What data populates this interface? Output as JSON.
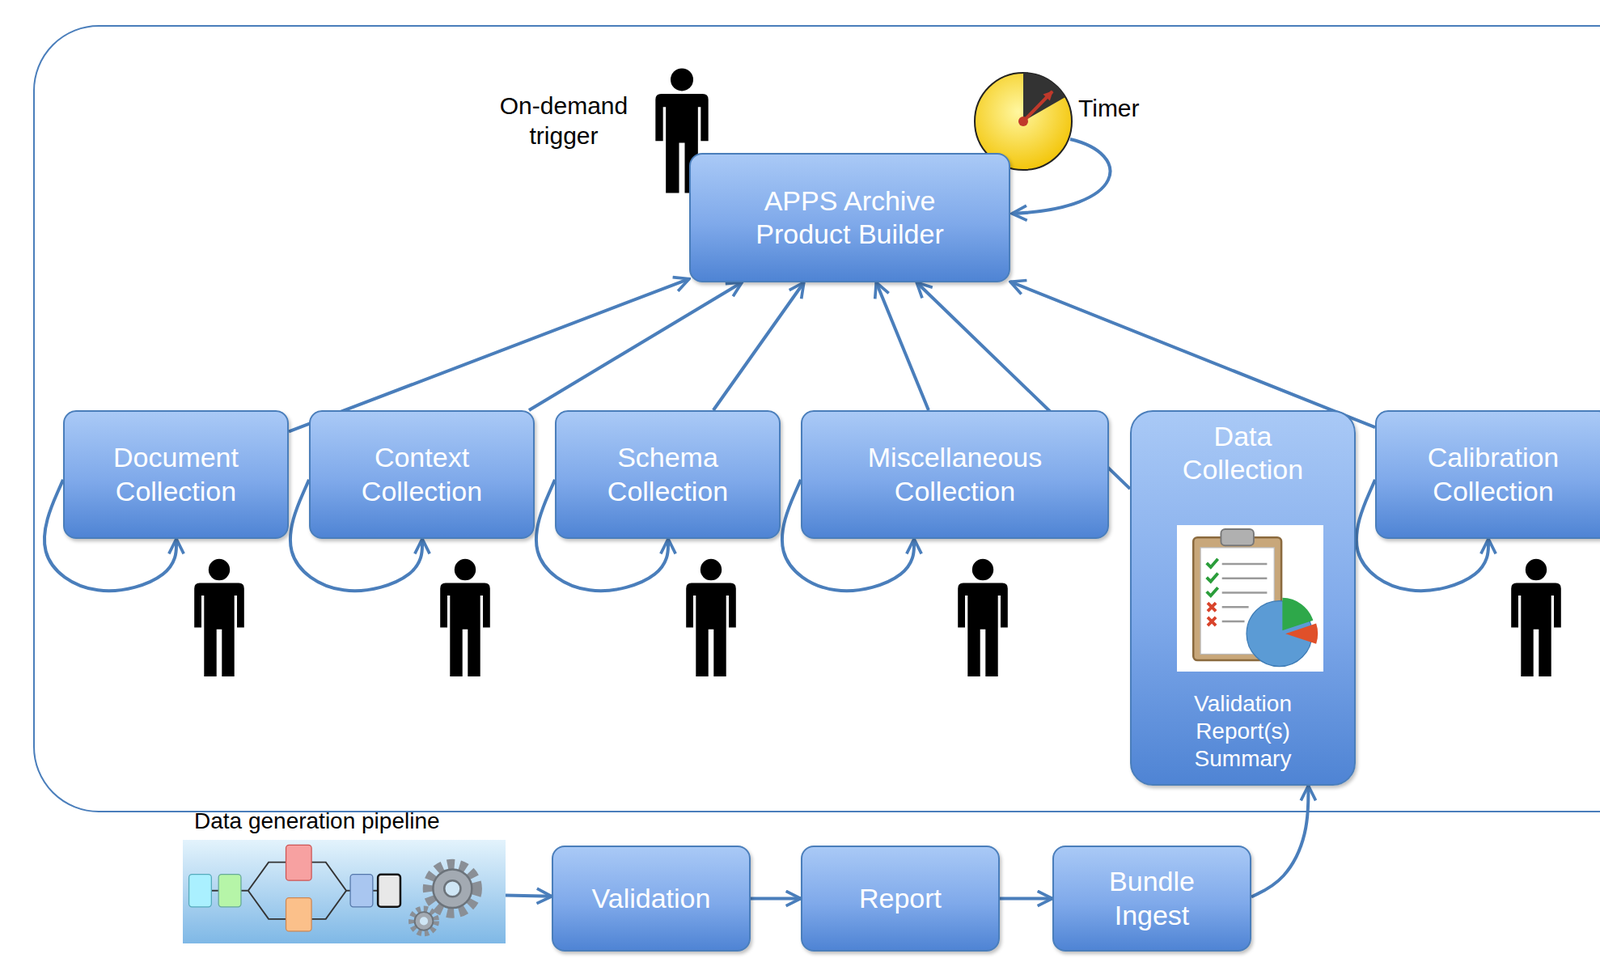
{
  "diagram": {
    "nodes": [
      {
        "text": [
          "APPS Archive Product Builder"
        ]
      },
      {
        "text": [
          "Document Collection"
        ]
      },
      {
        "text": [
          "Context Collection"
        ]
      },
      {
        "text": [
          "Schema Collection"
        ]
      },
      {
        "text": [
          "Miscellaneous Collection"
        ]
      },
      {
        "text": [
          "Data Collection",
          "Validation Report(s) Summary"
        ]
      },
      {
        "text": [
          "Calibration Collection"
        ]
      },
      {
        "text": [
          "Data generation pipeline"
        ]
      },
      {
        "text": [
          "Validation"
        ]
      },
      {
        "text": [
          "Report"
        ]
      },
      {
        "text": [
          "Bundle Ingest"
        ]
      }
    ],
    "edges": [
      {
        "from": 1,
        "to": 0,
        "arrow": "to"
      },
      {
        "from": 2,
        "to": 0,
        "arrow": "to"
      },
      {
        "from": 3,
        "to": 0,
        "arrow": "to"
      },
      {
        "from": 4,
        "to": 0,
        "arrow": "to"
      },
      {
        "from": 5,
        "to": 0,
        "arrow": "to"
      },
      {
        "from": 6,
        "to": 0,
        "arrow": "to"
      },
      {
        "from": 1,
        "to": 1,
        "arrow": "to"
      },
      {
        "from": 2,
        "to": 2,
        "arrow": "to"
      },
      {
        "from": 3,
        "to": 3,
        "arrow": "to"
      },
      {
        "from": 4,
        "to": 4,
        "arrow": "to"
      },
      {
        "from": 6,
        "to": 6,
        "arrow": "to"
      },
      {
        "from": 7,
        "to": 8,
        "arrow": "to"
      },
      {
        "from": 8,
        "to": 9,
        "arrow": "to"
      },
      {
        "from": 9,
        "to": 10,
        "arrow": "to"
      },
      {
        "from": 10,
        "to": 5,
        "arrow": "to"
      }
    ],
    "labels": [
      "On-demand trigger",
      "Timer"
    ]
  }
}
